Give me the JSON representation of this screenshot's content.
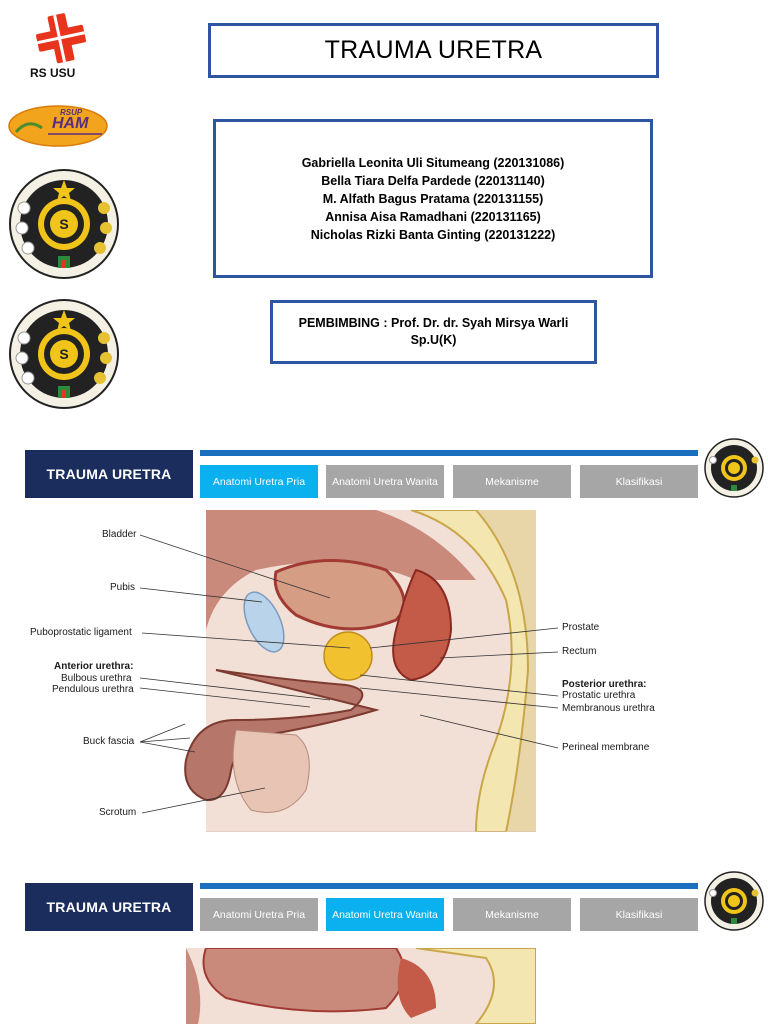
{
  "title": "TRAUMA URETRA",
  "logos": {
    "rs_usu": "RS USU",
    "rsup_ham_top": "RSUP",
    "rsup_ham": "HAM"
  },
  "authors": [
    "Gabriella Leonita Uli Situmeang (220131086)",
    "Bella Tiara Delfa Pardede (220131140)",
    "M. Alfath Bagus Pratama (220131155)",
    "Annisa Aisa Ramadhani (220131165)",
    "Nicholas Rizki Banta Ginting (220131222)"
  ],
  "supervisor": "PEMBIMBING :  Prof. Dr. dr. Syah Mirsya Warli Sp.U(K)",
  "slide2": {
    "title": "TRAUMA URETRA",
    "tabs": [
      "Anatomi Uretra Pria",
      "Anatomi Uretra Wanita",
      "Mekanisme",
      "Klasifikasi"
    ],
    "labels": {
      "bladder": "Bladder",
      "pubis": "Pubis",
      "puboprostatic": "Puboprostatic ligament",
      "anterior": "Anterior urethra:",
      "bulbous": "Bulbous urethra",
      "pendulous": "Pendulous urethra",
      "buck": "Buck fascia",
      "scrotum": "Scrotum",
      "prostate": "Prostate",
      "rectum": "Rectum",
      "posterior": "Posterior urethra:",
      "prostatic": "Prostatic urethra",
      "membranous": "Membranous urethra",
      "perineal": "Perineal membrane"
    }
  },
  "slide3": {
    "title": "TRAUMA URETRA",
    "tabs": [
      "Anatomi Uretra Pria",
      "Anatomi Uretra Wanita",
      "Mekanisme",
      "Klasifikasi"
    ]
  },
  "colors": {
    "border_blue": "#2e55a1",
    "nav_dark": "#1a2d5c",
    "tab_active": "#0bb0ee",
    "tab_inactive": "#a6a6a6",
    "line_blue": "#1a6fc1"
  }
}
